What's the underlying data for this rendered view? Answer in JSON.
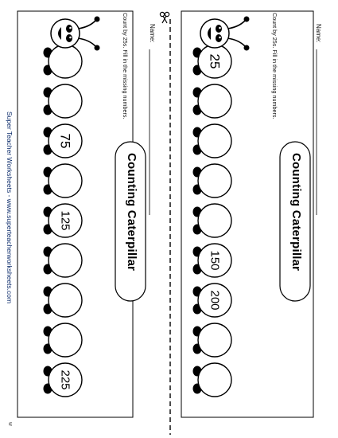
{
  "worksheet": {
    "title": "Counting Caterpillar",
    "instructions": "Count by 25s. Fill in the missing numbers.",
    "name_label": "Name:",
    "footer": "Super Teacher Worksheets - www.superteacherworksheets.com",
    "page_mark": "W",
    "cut_icon": "scissors-icon",
    "accent_color": "#0a2a6a"
  },
  "strips": [
    {
      "segments": [
        "25",
        "",
        "",
        "",
        "",
        "150",
        "200",
        "",
        ""
      ]
    },
    {
      "segments": [
        "",
        "",
        "75",
        "",
        "125",
        "",
        "",
        "",
        "225"
      ]
    }
  ]
}
